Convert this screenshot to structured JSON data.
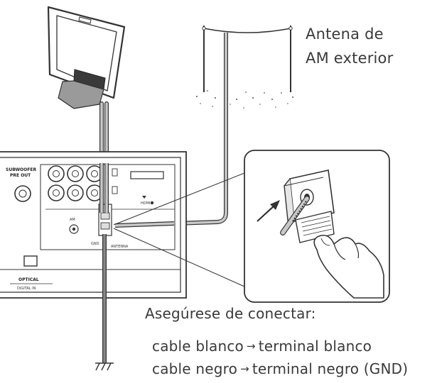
{
  "antenna_label": {
    "line1": "Antena de",
    "line2": "AM exterior"
  },
  "instructions": {
    "title": "Asegúrese de conectar:",
    "white": {
      "left": "cable blanco",
      "right": "terminal blanco"
    },
    "black": {
      "left": "cable negro",
      "right": "terminal negro (GND)"
    },
    "arrow_glyph": "→"
  },
  "panel_text": {
    "subwoofer": "SUBWOOFER",
    "subwoofer_pre": "PRE OUT",
    "optical": "OPTICAL",
    "digital_in": "DIGITAL IN",
    "am": "AM",
    "gnd": "GND",
    "antenna": "ANTENNA",
    "hdmi": "HDMI"
  },
  "colors": {
    "line": "#333333",
    "cable_fill": "#c8c8c8",
    "panel_fill": "#ffffff",
    "ground_wire": "#888888"
  }
}
